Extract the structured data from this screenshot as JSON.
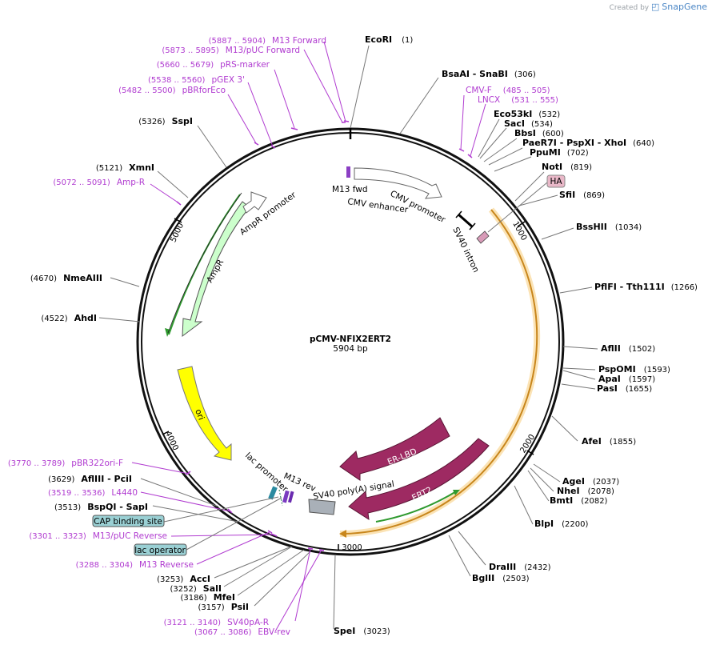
{
  "header": {
    "credit_prefix": "Created by",
    "credit_brand": "SnapGene"
  },
  "plasmid": {
    "name": "pCMV-NFIX2ERT2",
    "size_label": "5904 bp",
    "length": 5904
  },
  "ticks": [
    {
      "bp": 1000,
      "label": "1000"
    },
    {
      "bp": 2000,
      "label": "2000"
    },
    {
      "bp": 3000,
      "label": "3000"
    },
    {
      "bp": 4000,
      "label": "4000"
    },
    {
      "bp": 5000,
      "label": "5000"
    }
  ],
  "enzymes": [
    {
      "name": "EcoRI",
      "pos": "(1)"
    },
    {
      "name": "BsaAI  -  SnaBI",
      "pos": "(306)"
    },
    {
      "name": "Eco53kI",
      "pos": "(532)"
    },
    {
      "name": "SacI",
      "pos": "(534)"
    },
    {
      "name": "BbsI",
      "pos": "(600)"
    },
    {
      "name": "PaeR7I  -  PspXI  -  XhoI",
      "pos": "(640)"
    },
    {
      "name": "PpuMI",
      "pos": "(702)"
    },
    {
      "name": "NotI",
      "pos": "(819)"
    },
    {
      "name": "SfiI",
      "pos": "(869)"
    },
    {
      "name": "BssHII",
      "pos": "(1034)"
    },
    {
      "name": "PflFI  -  Tth111I",
      "pos": "(1266)"
    },
    {
      "name": "AflII",
      "pos": "(1502)"
    },
    {
      "name": "PspOMI",
      "pos": "(1593)"
    },
    {
      "name": "ApaI",
      "pos": "(1597)"
    },
    {
      "name": "PasI",
      "pos": "(1655)"
    },
    {
      "name": "AfeI",
      "pos": "(1855)"
    },
    {
      "name": "AgeI",
      "pos": "(2037)"
    },
    {
      "name": "NheI",
      "pos": "(2078)"
    },
    {
      "name": "BmtI",
      "pos": "(2082)"
    },
    {
      "name": "BlpI",
      "pos": "(2200)"
    },
    {
      "name": "DraIII",
      "pos": "(2432)"
    },
    {
      "name": "BglII",
      "pos": "(2503)"
    },
    {
      "name": "SpeI",
      "pos": "(3023)"
    },
    {
      "name": "PsiI",
      "pos": "(3157)"
    },
    {
      "name": "MfeI",
      "pos": "(3186)"
    },
    {
      "name": "SalI",
      "pos": "(3252)"
    },
    {
      "name": "AccI",
      "pos": "(3253)"
    },
    {
      "name": "BspQI  -  SapI",
      "pos": "(3513)"
    },
    {
      "name": "AflIII  -  PciI",
      "pos": "(3629)"
    },
    {
      "name": "AhdI",
      "pos": "(4522)"
    },
    {
      "name": "NmeAIII",
      "pos": "(4670)"
    },
    {
      "name": "XmnI",
      "pos": "(5121)"
    },
    {
      "name": "SspI",
      "pos": "(5326)"
    }
  ],
  "primers": [
    {
      "name": "M13 Forward",
      "range": "(5887 .. 5904)"
    },
    {
      "name": "M13/pUC Forward",
      "range": "(5873 .. 5895)"
    },
    {
      "name": "pRS-marker",
      "range": "(5660 .. 5679)"
    },
    {
      "name": "pGEX 3'",
      "range": "(5538 .. 5560)"
    },
    {
      "name": "pBRforEco",
      "range": "(5482 .. 5500)"
    },
    {
      "name": "Amp-R",
      "range": "(5072 .. 5091)"
    },
    {
      "name": "CMV-F",
      "range": "(485 .. 505)"
    },
    {
      "name": "LNCX",
      "range": "(531 .. 555)"
    },
    {
      "name": "pBR322ori-F",
      "range": "(3770 .. 3789)"
    },
    {
      "name": "L4440",
      "range": "(3519 .. 3536)"
    },
    {
      "name": "M13/pUC Reverse",
      "range": "(3301 .. 3323)"
    },
    {
      "name": "M13 Reverse",
      "range": "(3288 .. 3304)"
    },
    {
      "name": "SV40pA-R",
      "range": "(3121 .. 3140)"
    },
    {
      "name": "EBV-rev",
      "range": "(3067 .. 3086)"
    }
  ],
  "features": {
    "m13fwd": "M13 fwd",
    "cmv_enhancer": "CMV enhancer",
    "cmv_promoter": "CMV promoter",
    "sv40_intron": "SV40 intron",
    "ampr_promoter": "AmpR promoter",
    "ampr": "AmpR",
    "ori": "ori",
    "er_lbd": "ER-LBD",
    "ert2": "ERT2",
    "sv40_polya": "SV40 poly(A) signal",
    "lac_promoter": "lac promoter",
    "m13rev": "M13 rev",
    "ha": "HA",
    "cap_site": "CAP binding site",
    "lac_operator": "lac operator"
  },
  "colors": {
    "backbone": "#111111",
    "primer": "#b03bd0",
    "ampr_fill": "#ccffcc",
    "ori_fill": "#ffff00",
    "orf_outline": "#f0a830",
    "er_fill": "#9e2a62",
    "polya_fill": "#a9b0b8",
    "lac_box": "#9ad0d4",
    "ha_box": "#e9b8c8"
  }
}
